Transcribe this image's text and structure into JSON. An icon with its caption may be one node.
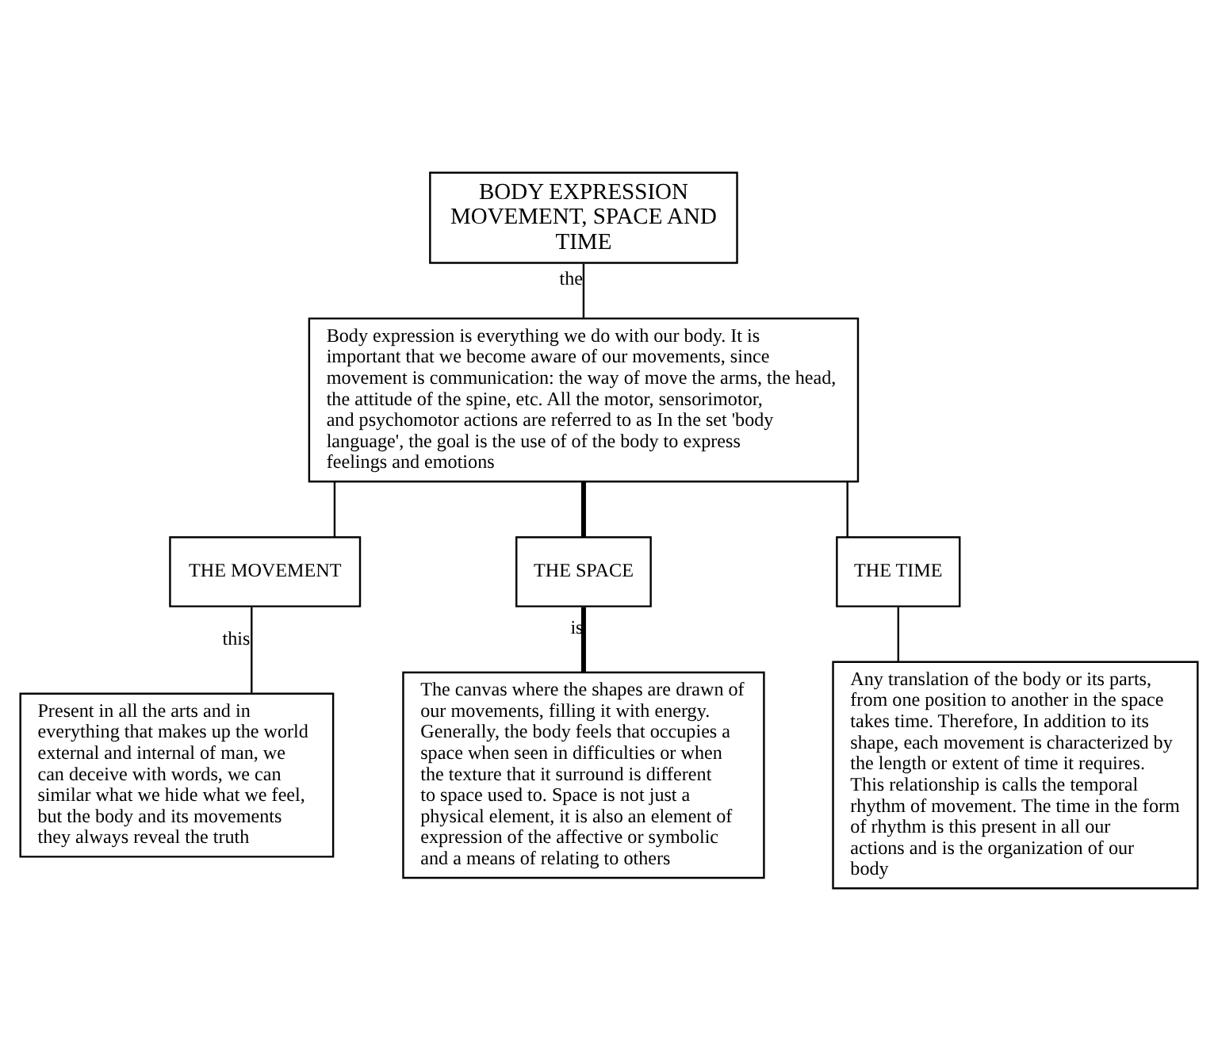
{
  "diagram": {
    "nodes": [
      {
        "text": [
          "BODY EXPRESSION MOVEMENT, SPACE AND TIME"
        ]
      },
      {
        "text": [
          "Body expression is everything we do with our body. It is important that we become aware of our movements, since movement is communication: the way of move the arms, the head, the attitude of the spine, etc. All the motor, sensorimotor, and psychomotor actions are referred to as In the set 'body language', the goal is the use of of the body to express feelings and emotions"
        ]
      },
      {
        "text": [
          "THE MOVEMENT"
        ]
      },
      {
        "text": [
          "THE SPACE"
        ]
      },
      {
        "text": [
          "THE TIME"
        ]
      },
      {
        "text": [
          "Present in all the arts and in everything that makes up the world external and internal of man, we can deceive with words, we can similar what we hide what we feel, but the body and its movements they always reveal the truth"
        ]
      },
      {
        "text": [
          "The canvas where the shapes are drawn of our movements, filling it with energy. Generally, the body feels that occupies a space when seen in difficulties or when the texture that it surround is different to space used to. Space is not just a physical element, it is also an element of expression of the affective or symbolic and a means of relating to others"
        ]
      },
      {
        "text": [
          "Any translation of the body or its parts, from one position to another in the space takes time. Therefore, In addition to its shape, each movement is characterized by the length or extent of time it requires. This relationship is calls the temporal rhythm of movement. The time in the form of rhythm is this present in all our actions and is the organization of our body"
        ]
      }
    ],
    "edges": [
      {
        "from": 0,
        "to": 1,
        "arrow": "none",
        "label": "the"
      },
      {
        "from": 1,
        "to": 2,
        "arrow": "none"
      },
      {
        "from": 1,
        "to": 3,
        "arrow": "none",
        "style": "thick"
      },
      {
        "from": 1,
        "to": 4,
        "arrow": "none"
      },
      {
        "from": 2,
        "to": 5,
        "arrow": "none",
        "label": "this"
      },
      {
        "from": 3,
        "to": 6,
        "arrow": "none",
        "label": "is",
        "style": "thick"
      },
      {
        "from": 4,
        "to": 7,
        "arrow": "none"
      }
    ]
  }
}
